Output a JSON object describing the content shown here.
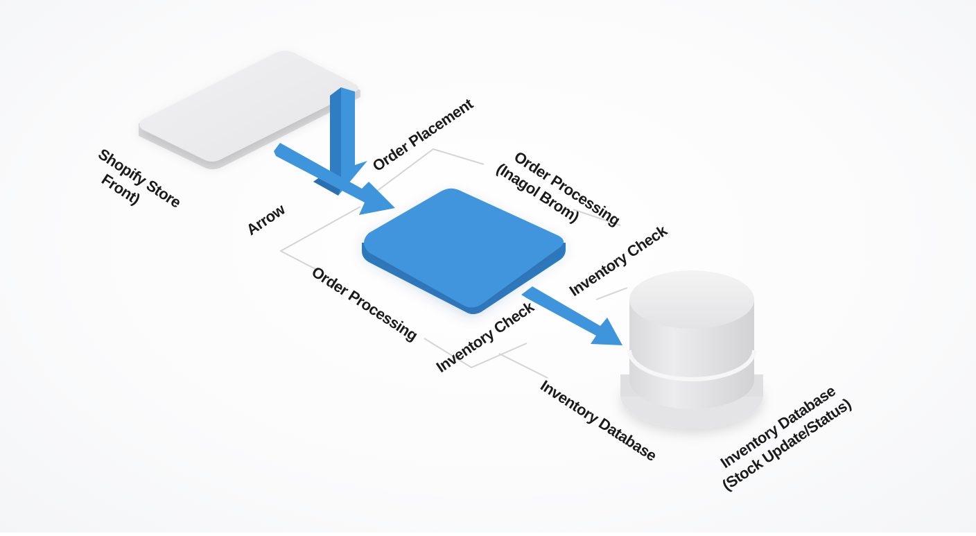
{
  "colors": {
    "accent": "#3f95dc",
    "accent_dark": "#2f7dc3",
    "node_light": "#ececee",
    "outline": "#d4d4d6",
    "text": "#1a1a1a"
  },
  "labels": {
    "shopify_store": [
      "Shopify Store",
      "Front)"
    ],
    "order_placement": "Order Placement",
    "order_processing_top": [
      "Order Processing",
      "(Inagol Brom)"
    ],
    "arrow": "Arrow",
    "inventory_check_right": "Inventory Check",
    "order_processing_left": "Order Processing",
    "inventory_check_mid": "Inventory Check",
    "inventory_database_mid": "Inventory Database",
    "inventory_database_node": [
      "Inventory Database",
      "(Stock Update/Status)"
    ]
  }
}
